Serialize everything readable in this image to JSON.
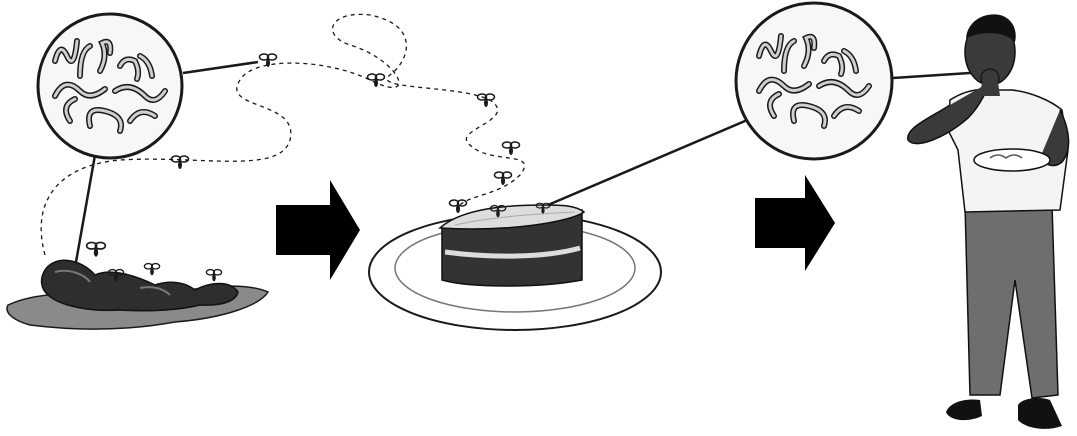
{
  "diagram": {
    "stages": [
      {
        "id": "feces",
        "depicts": "feces-with-flies",
        "icon": "feces-icon"
      },
      {
        "id": "food",
        "depicts": "cake-on-plate",
        "icon": "cake-icon"
      },
      {
        "id": "person",
        "depicts": "boy-eating",
        "icon": "person-icon"
      }
    ],
    "arrows": [
      "arrow-right-icon",
      "arrow-right-icon"
    ],
    "magnifiers": [
      "worm-magnifier-icon",
      "worm-magnifier-icon"
    ],
    "colors": {
      "ink": "#1a1a1a",
      "arrow": "#000000",
      "feces": "#2e2e2e",
      "stain": "#8a8a8a",
      "cake": "#333333",
      "frosting": "#dddddd",
      "shirt": "#f4f4f4",
      "trousers": "#6e6e6e",
      "skin": "#3a3a3a"
    }
  }
}
